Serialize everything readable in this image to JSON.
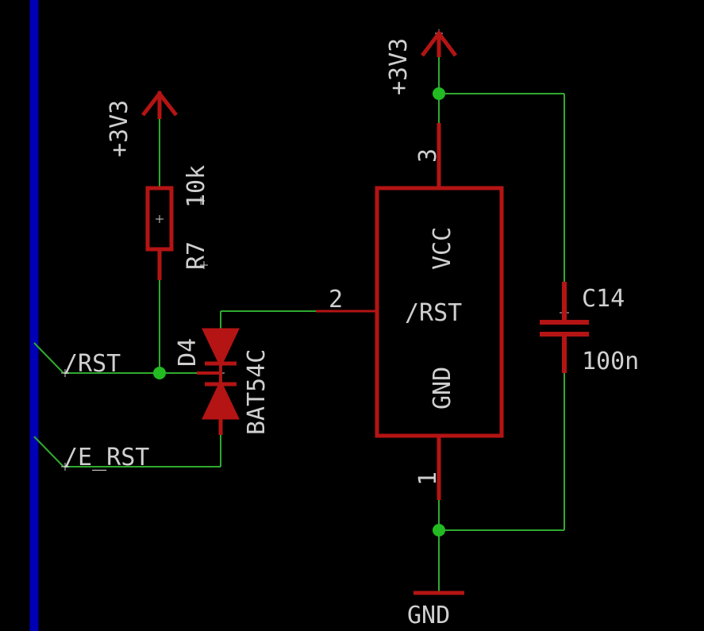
{
  "colors": {
    "background": "#000000",
    "bus": "#0000b4",
    "wire": "#2faa2f",
    "component": "#b41414",
    "junction": "#22bb22",
    "text": "#cfcfcf"
  },
  "labels": {
    "supply_left": "+3V3",
    "supply_right": "+3V3",
    "resistor_value": "10k",
    "resistor_name": "R7",
    "diode_name": "D4",
    "diode_part": "BAT54C",
    "net_rst": "/RST",
    "net_e_rst": "/E_RST",
    "pin_3": "3",
    "pin_2": "2",
    "pin_1": "1",
    "ic_vcc": "VCC",
    "ic_rst": "/RST",
    "ic_gnd": "GND",
    "cap_name": "C14",
    "cap_value": "100n",
    "ground": "GND"
  }
}
